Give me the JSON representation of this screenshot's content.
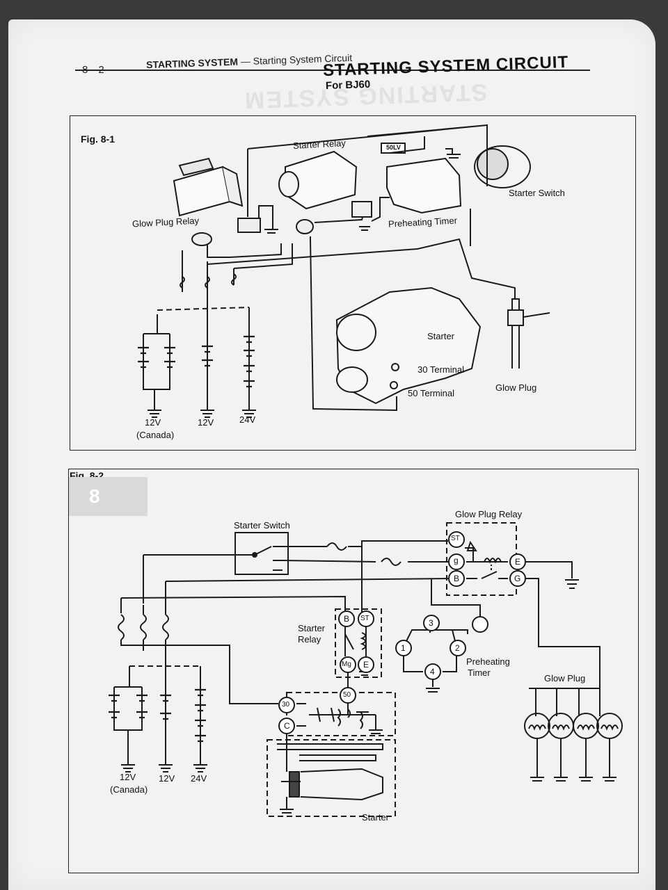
{
  "header": {
    "page_number": "8—2",
    "running_head_main": "STARTING SYSTEM",
    "running_head_sub": "— Starting System Circuit",
    "title": "STARTING SYSTEM CIRCUIT",
    "subtitle": "For BJ60"
  },
  "fig1": {
    "label": "Fig. 8-1",
    "labels": {
      "starter_relay": "Starter Relay",
      "starter_switch": "Starter Switch",
      "glow_plug_relay": "Glow Plug Relay",
      "preheating_timer": "Preheating Timer",
      "starter": "Starter",
      "terminal_30": "30 Terminal",
      "terminal_50": "50 Terminal",
      "glow_plug": "Glow Plug",
      "timer_tag": "50LV"
    },
    "batteries": [
      {
        "voltage": "12V",
        "note": "(Canada)"
      },
      {
        "voltage": "12V",
        "note": ""
      },
      {
        "voltage": "24V",
        "note": ""
      }
    ]
  },
  "fig2": {
    "label": "Fig. 8-2",
    "section_tab": "8",
    "labels": {
      "starter_switch": "Starter Switch",
      "glow_plug_relay": "Glow Plug Relay",
      "starter_relay_1": "Starter",
      "starter_relay_2": "Relay",
      "preheating_timer_1": "Preheating",
      "preheating_timer_2": "Timer",
      "glow_plug": "Glow Plug",
      "starter": "Starter"
    },
    "relay_terminals": {
      "st": "ST",
      "g": "g",
      "b": "B",
      "e": "E",
      "G": "G"
    },
    "starter_relay_terminals": {
      "b": "B",
      "st": "ST",
      "mg": "Mg",
      "e": "E"
    },
    "timer_terminals": [
      "1",
      "2",
      "3",
      "4"
    ],
    "starter_terminals": {
      "t30": "30",
      "t50": "50",
      "c": "C"
    },
    "batteries": [
      {
        "voltage": "12V",
        "note": "(Canada)"
      },
      {
        "voltage": "12V",
        "note": ""
      },
      {
        "voltage": "24V",
        "note": ""
      }
    ]
  }
}
